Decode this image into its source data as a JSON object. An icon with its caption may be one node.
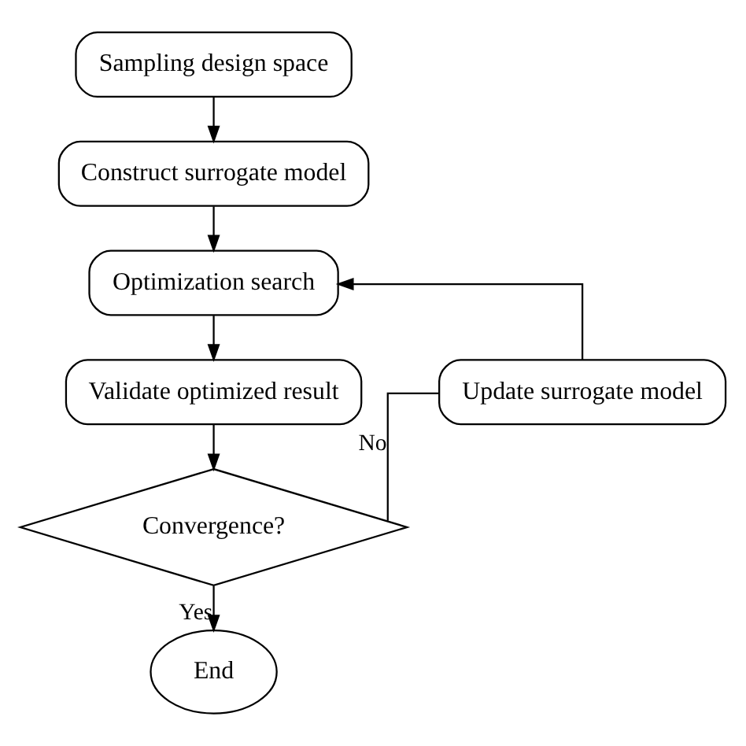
{
  "diagram": {
    "nodes": [
      {
        "text": [
          "Sampling design space"
        ]
      },
      {
        "text": [
          "Construct surrogate model"
        ]
      },
      {
        "text": [
          "Optimization search"
        ]
      },
      {
        "text": [
          "Validate optimized result"
        ]
      },
      {
        "text": [
          "Convergence?"
        ]
      },
      {
        "text": [
          "End"
        ]
      },
      {
        "text": [
          "Update surrogate model"
        ]
      }
    ],
    "edges": [
      {
        "from": 0,
        "to": 1,
        "arrow": "to"
      },
      {
        "from": 1,
        "to": 2,
        "arrow": "to"
      },
      {
        "from": 2,
        "to": 3,
        "arrow": "to"
      },
      {
        "from": 3,
        "to": 4,
        "arrow": "to"
      },
      {
        "from": 4,
        "to": 5,
        "arrow": "to",
        "label": "Yes"
      },
      {
        "from": 4,
        "to": 6,
        "arrow": "none",
        "label": "No"
      },
      {
        "from": 6,
        "to": 2,
        "arrow": "to"
      }
    ]
  }
}
